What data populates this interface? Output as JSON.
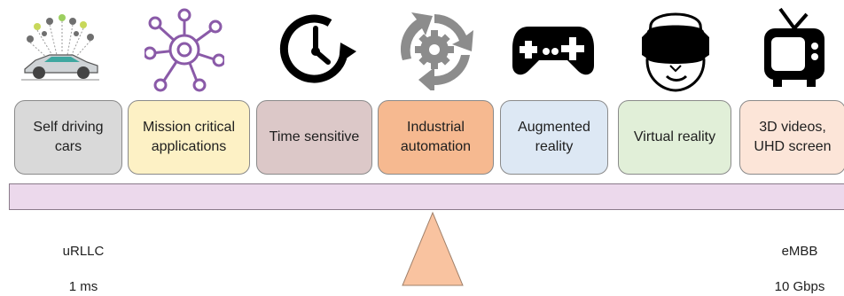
{
  "categories": [
    {
      "label": "Self driving\ncars",
      "icon": "self-driving-car-icon",
      "color": "#d9d9d9"
    },
    {
      "label": "Mission critical\napplications",
      "icon": "network-hub-icon",
      "color": "#fdf1c5"
    },
    {
      "label": "Time sensitive",
      "icon": "clock-icon",
      "color": "#dcc8c8"
    },
    {
      "label": "Industrial\nautomation",
      "icon": "gear-cycle-icon",
      "color": "#f6b990"
    },
    {
      "label": "Augmented\nreality",
      "icon": "gamepad-icon",
      "color": "#dde8f4"
    },
    {
      "label": "Virtual reality",
      "icon": "vr-headset-icon",
      "color": "#e1efd8"
    },
    {
      "label": "3D videos,\nUHD screen",
      "icon": "tv-icon",
      "color": "#fce5d8"
    }
  ],
  "left_end": {
    "name": "uRLLC",
    "value": "1 ms"
  },
  "right_end": {
    "name": "eMBB",
    "value": "10 Gbps"
  },
  "colors": {
    "beam": "#ecd9ec",
    "fulcrum": "#f9c3a0",
    "icon_purple": "#8a5aa8",
    "icon_gray": "#8c8c8c"
  }
}
